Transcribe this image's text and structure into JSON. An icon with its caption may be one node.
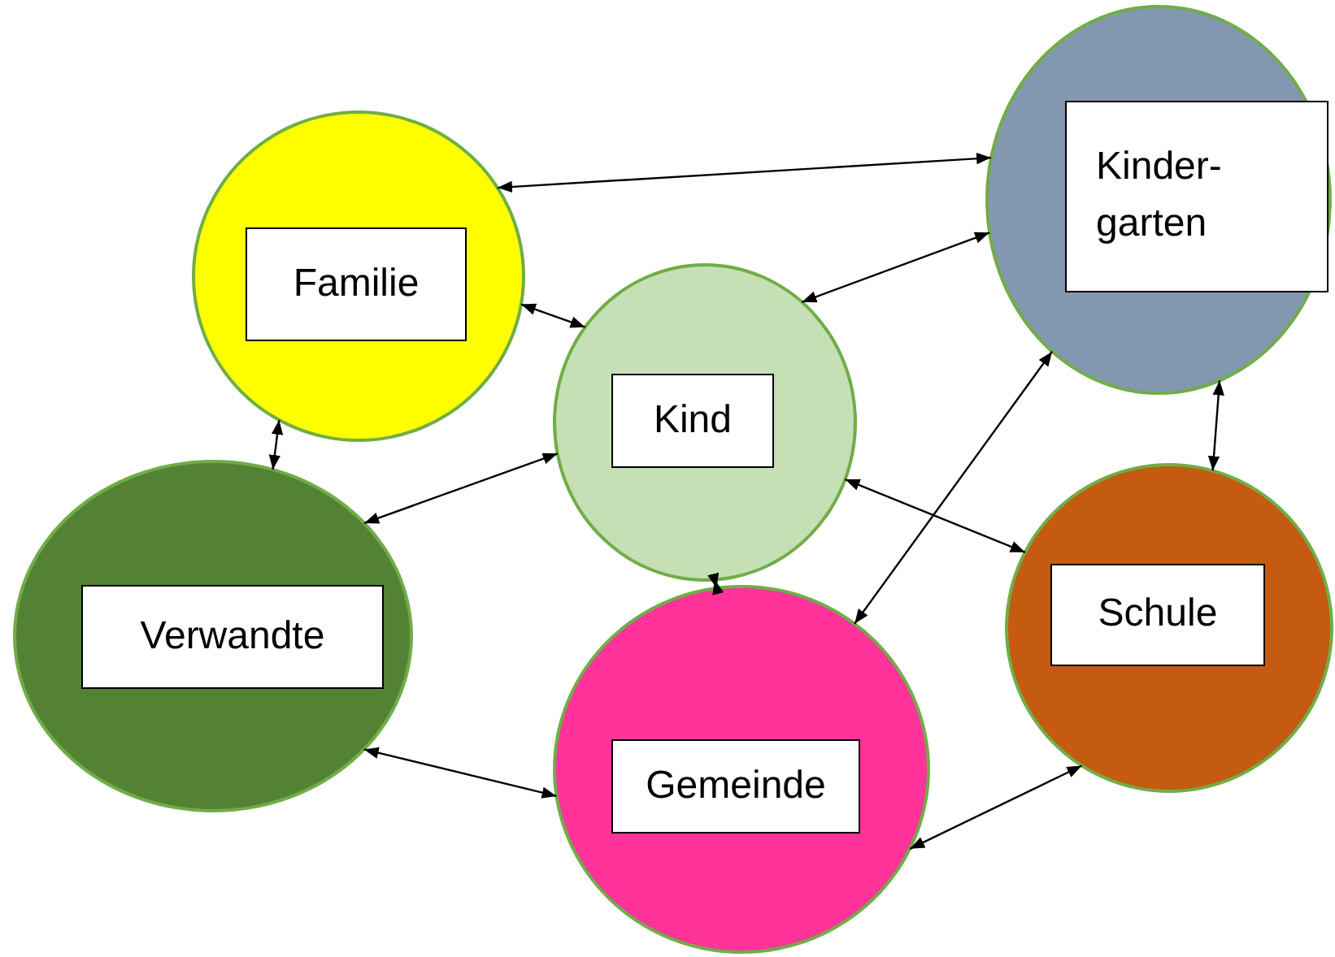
{
  "diagram": {
    "nodes": [
      {
        "text": [],
        "shape": "circle"
      },
      {
        "text": [
          "Familie"
        ],
        "in": 0
      },
      {
        "text": [],
        "shape": "circle"
      },
      {
        "text": [
          "Kinder- garten"
        ],
        "in": 2
      },
      {
        "text": [],
        "shape": "circle"
      },
      {
        "text": [
          "Kind"
        ],
        "in": 4
      },
      {
        "text": [],
        "shape": "circle"
      },
      {
        "text": [
          "Verwandte"
        ],
        "in": 6
      },
      {
        "text": [],
        "shape": "circle"
      },
      {
        "text": [
          "Schule"
        ],
        "in": 8
      },
      {
        "text": [],
        "shape": "circle"
      },
      {
        "text": [
          "Gemeinde"
        ],
        "in": 10
      }
    ],
    "edges": [
      {
        "from": 0,
        "to": 2,
        "arrow": "both"
      },
      {
        "from": 0,
        "to": 4,
        "arrow": "both"
      },
      {
        "from": 4,
        "to": 2,
        "arrow": "both"
      },
      {
        "from": 0,
        "to": 6,
        "arrow": "both"
      },
      {
        "from": 4,
        "to": 6,
        "arrow": "both"
      },
      {
        "from": 4,
        "to": 10,
        "arrow": "both"
      },
      {
        "from": 4,
        "to": 8,
        "arrow": "both"
      },
      {
        "from": 2,
        "to": 10,
        "arrow": "both"
      },
      {
        "from": 2,
        "to": 8,
        "arrow": "both"
      },
      {
        "from": 6,
        "to": 10,
        "arrow": "both"
      },
      {
        "from": 10,
        "to": 8,
        "arrow": "both"
      }
    ]
  }
}
